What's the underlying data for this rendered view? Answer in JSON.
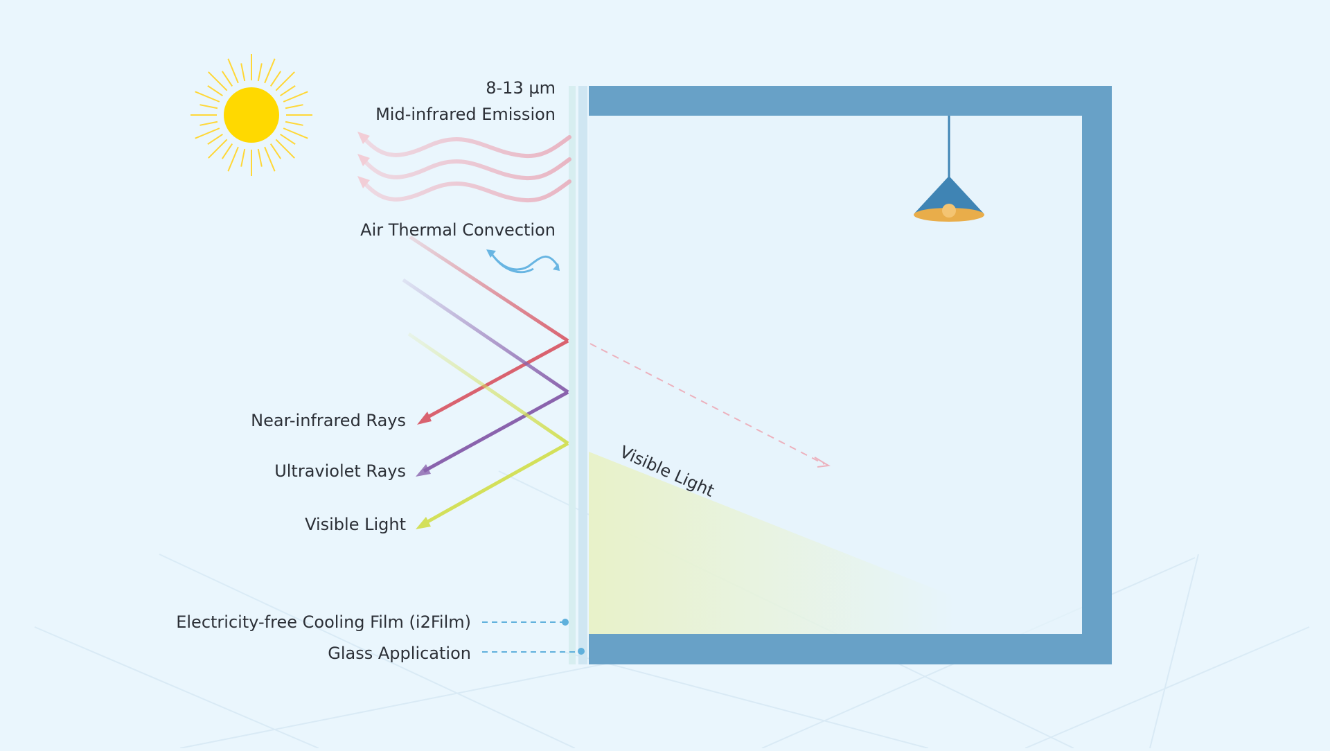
{
  "labels": {
    "emission_range": "8-13 µm",
    "emission": "Mid-infrared Emission",
    "convection": "Air Thermal Convection",
    "near_infrared": "Near-infrared Rays",
    "ultraviolet": "Ultraviolet Rays",
    "visible_left": "Visible Light",
    "visible_room": "Visible Light",
    "film": "Electricity-free Cooling Film (i2Film)",
    "glass": "Glass Application"
  },
  "colors": {
    "background": "#eaf6fd",
    "room_wall": "#68a1c7",
    "sun": "#ffd900",
    "sun_rays": "#ffd736",
    "near_infrared": "#d9626f",
    "ultraviolet": "#8a63ad",
    "visible_light": "#d3e05a",
    "emission_wave": "#e8a9b8",
    "convection": "#5aaee0",
    "lamp_shade": "#3f84b4",
    "lamp_light": "#e9ad4a",
    "film": "#d7eef0",
    "glass": "#cfe6f2",
    "leader_line": "#5fb0dc",
    "text": "#2b2f36"
  },
  "icons": [
    "sun-icon",
    "lamp-icon"
  ]
}
